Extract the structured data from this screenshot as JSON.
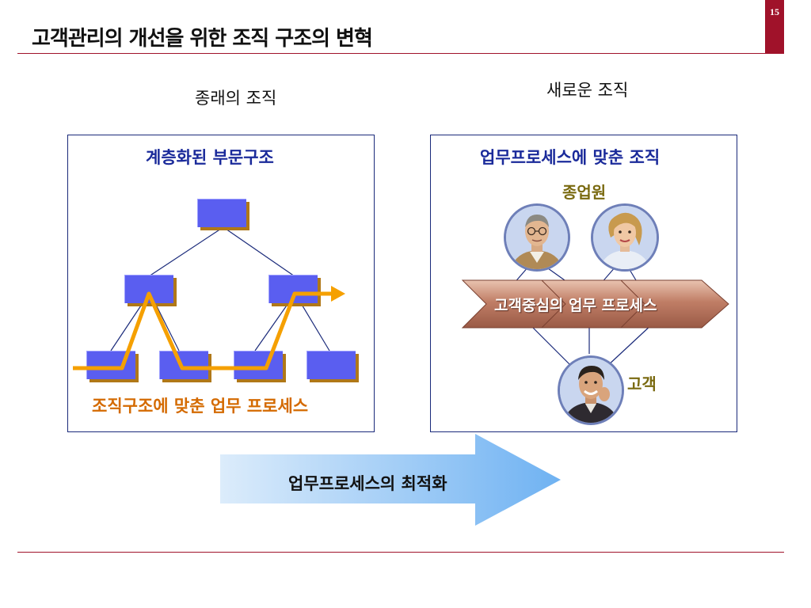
{
  "page": {
    "number": "15",
    "title": "고객관리의 개선을 위한 조직 구조의 변혁"
  },
  "left": {
    "heading": "종래의 조직",
    "panel_title": "계층화된 부문구조",
    "caption": "조직구조에 맞춘 업무 프로세스"
  },
  "right": {
    "heading": "새로운 조직",
    "panel_title": "업무프로세스에 맞춘 조직",
    "employees_label": "종업원",
    "process_label": "고객중심의 업무 프로세스",
    "customer_label": "고객"
  },
  "bottom": {
    "arrow_label": "업무프로세스의 최적화"
  },
  "colors": {
    "accent_red": "#a0122a",
    "panel_border": "#1a2a7a",
    "panel_title": "#1a2a9a",
    "box_fill": "#5a5ef0",
    "orange": "#f5a000",
    "olive": "#7a6a10"
  }
}
